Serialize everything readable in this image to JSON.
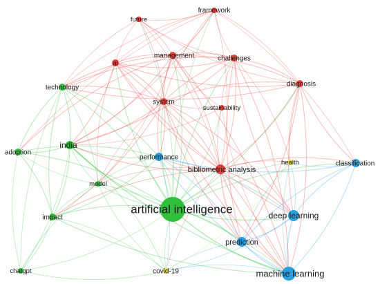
{
  "palette": {
    "red": "#e8413c",
    "green": "#2fbf3a",
    "blue": "#2a9fe0",
    "yellow": "#e6d84a",
    "background": "#ffffff"
  },
  "nodes": [
    {
      "id": "future",
      "label": "future",
      "cluster": "red",
      "weight": 1
    },
    {
      "id": "framework",
      "label": "framework",
      "cluster": "red",
      "weight": 1
    },
    {
      "id": "ai",
      "label": "ai",
      "cluster": "red",
      "weight": 2
    },
    {
      "id": "management",
      "label": "management",
      "cluster": "red",
      "weight": 2
    },
    {
      "id": "challenges",
      "label": "challenges",
      "cluster": "red",
      "weight": 2
    },
    {
      "id": "diagnosis",
      "label": "diagnosis",
      "cluster": "red",
      "weight": 2
    },
    {
      "id": "system",
      "label": "system",
      "cluster": "red",
      "weight": 2
    },
    {
      "id": "sustainability",
      "label": "sustainability",
      "cluster": "red",
      "weight": 1
    },
    {
      "id": "bibliometric-analysis",
      "label": "bibliometric analysis",
      "cluster": "red",
      "weight": 3
    },
    {
      "id": "technology",
      "label": "technology",
      "cluster": "green",
      "weight": 2
    },
    {
      "id": "india",
      "label": "india",
      "cluster": "green",
      "weight": 3
    },
    {
      "id": "adoption",
      "label": "adoption",
      "cluster": "green",
      "weight": 2
    },
    {
      "id": "model",
      "label": "model",
      "cluster": "green",
      "weight": 1
    },
    {
      "id": "impact",
      "label": "impact",
      "cluster": "green",
      "weight": 2
    },
    {
      "id": "chatgpt",
      "label": "chatgpt",
      "cluster": "green",
      "weight": 1
    },
    {
      "id": "artificial-intelligence",
      "label": "artificial intelligence",
      "cluster": "green",
      "weight": 6
    },
    {
      "id": "performance",
      "label": "performance",
      "cluster": "blue",
      "weight": 2
    },
    {
      "id": "classification",
      "label": "classification",
      "cluster": "blue",
      "weight": 2
    },
    {
      "id": "deep-learning",
      "label": "deep learning",
      "cluster": "blue",
      "weight": 3
    },
    {
      "id": "prediction",
      "label": "prediction",
      "cluster": "blue",
      "weight": 3
    },
    {
      "id": "machine-learning",
      "label": "machine learning",
      "cluster": "blue",
      "weight": 4
    },
    {
      "id": "health",
      "label": "health",
      "cluster": "yellow",
      "weight": 1
    },
    {
      "id": "covid-19",
      "label": "covid-19",
      "cluster": "yellow",
      "weight": 1
    }
  ],
  "links": [
    [
      "artificial-intelligence",
      "framework"
    ],
    [
      "artificial-intelligence",
      "future"
    ],
    [
      "artificial-intelligence",
      "ai"
    ],
    [
      "artificial-intelligence",
      "management"
    ],
    [
      "artificial-intelligence",
      "challenges"
    ],
    [
      "artificial-intelligence",
      "diagnosis"
    ],
    [
      "artificial-intelligence",
      "system"
    ],
    [
      "artificial-intelligence",
      "sustainability"
    ],
    [
      "artificial-intelligence",
      "bibliometric-analysis"
    ],
    [
      "artificial-intelligence",
      "technology"
    ],
    [
      "artificial-intelligence",
      "india"
    ],
    [
      "artificial-intelligence",
      "adoption"
    ],
    [
      "artificial-intelligence",
      "model"
    ],
    [
      "artificial-intelligence",
      "impact"
    ],
    [
      "artificial-intelligence",
      "chatgpt"
    ],
    [
      "artificial-intelligence",
      "performance"
    ],
    [
      "artificial-intelligence",
      "classification"
    ],
    [
      "artificial-intelligence",
      "deep-learning"
    ],
    [
      "artificial-intelligence",
      "prediction"
    ],
    [
      "artificial-intelligence",
      "machine-learning"
    ],
    [
      "artificial-intelligence",
      "health"
    ],
    [
      "artificial-intelligence",
      "covid-19"
    ],
    [
      "framework",
      "future"
    ],
    [
      "framework",
      "ai"
    ],
    [
      "framework",
      "management"
    ],
    [
      "framework",
      "challenges"
    ],
    [
      "framework",
      "diagnosis"
    ],
    [
      "framework",
      "system"
    ],
    [
      "framework",
      "bibliometric-analysis"
    ],
    [
      "framework",
      "technology"
    ],
    [
      "framework",
      "india"
    ],
    [
      "framework",
      "adoption"
    ],
    [
      "framework",
      "classification"
    ],
    [
      "future",
      "ai"
    ],
    [
      "future",
      "management"
    ],
    [
      "future",
      "challenges"
    ],
    [
      "future",
      "system"
    ],
    [
      "future",
      "technology"
    ],
    [
      "future",
      "bibliometric-analysis"
    ],
    [
      "future",
      "diagnosis"
    ],
    [
      "ai",
      "management"
    ],
    [
      "ai",
      "challenges"
    ],
    [
      "ai",
      "system"
    ],
    [
      "ai",
      "diagnosis"
    ],
    [
      "ai",
      "technology"
    ],
    [
      "ai",
      "bibliometric-analysis"
    ],
    [
      "ai",
      "india"
    ],
    [
      "ai",
      "model"
    ],
    [
      "ai",
      "machine-learning"
    ],
    [
      "ai",
      "deep-learning"
    ],
    [
      "management",
      "challenges"
    ],
    [
      "management",
      "system"
    ],
    [
      "management",
      "diagnosis"
    ],
    [
      "management",
      "sustainability"
    ],
    [
      "management",
      "bibliometric-analysis"
    ],
    [
      "management",
      "technology"
    ],
    [
      "management",
      "india"
    ],
    [
      "management",
      "adoption"
    ],
    [
      "management",
      "model"
    ],
    [
      "management",
      "performance"
    ],
    [
      "management",
      "machine-learning"
    ],
    [
      "challenges",
      "system"
    ],
    [
      "challenges",
      "diagnosis"
    ],
    [
      "challenges",
      "sustainability"
    ],
    [
      "challenges",
      "bibliometric-analysis"
    ],
    [
      "challenges",
      "technology"
    ],
    [
      "challenges",
      "india"
    ],
    [
      "challenges",
      "deep-learning"
    ],
    [
      "challenges",
      "machine-learning"
    ],
    [
      "challenges",
      "prediction"
    ],
    [
      "challenges",
      "health"
    ],
    [
      "diagnosis",
      "system"
    ],
    [
      "diagnosis",
      "bibliometric-analysis"
    ],
    [
      "diagnosis",
      "deep-learning"
    ],
    [
      "diagnosis",
      "machine-learning"
    ],
    [
      "diagnosis",
      "classification"
    ],
    [
      "diagnosis",
      "prediction"
    ],
    [
      "diagnosis",
      "health"
    ],
    [
      "diagnosis",
      "technology"
    ],
    [
      "system",
      "sustainability"
    ],
    [
      "system",
      "bibliometric-analysis"
    ],
    [
      "system",
      "technology"
    ],
    [
      "system",
      "india"
    ],
    [
      "system",
      "model"
    ],
    [
      "system",
      "performance"
    ],
    [
      "system",
      "machine-learning"
    ],
    [
      "system",
      "deep-learning"
    ],
    [
      "system",
      "prediction"
    ],
    [
      "system",
      "impact"
    ],
    [
      "sustainability",
      "bibliometric-analysis"
    ],
    [
      "sustainability",
      "india"
    ],
    [
      "sustainability",
      "machine-learning"
    ],
    [
      "bibliometric-analysis",
      "india"
    ],
    [
      "bibliometric-analysis",
      "model"
    ],
    [
      "bibliometric-analysis",
      "performance"
    ],
    [
      "bibliometric-analysis",
      "machine-learning"
    ],
    [
      "bibliometric-analysis",
      "deep-learning"
    ],
    [
      "bibliometric-analysis",
      "prediction"
    ],
    [
      "bibliometric-analysis",
      "health"
    ],
    [
      "bibliometric-analysis",
      "covid-19"
    ],
    [
      "bibliometric-analysis",
      "classification"
    ],
    [
      "bibliometric-analysis",
      "impact"
    ],
    [
      "technology",
      "india"
    ],
    [
      "technology",
      "adoption"
    ],
    [
      "technology",
      "model"
    ],
    [
      "technology",
      "impact"
    ],
    [
      "technology",
      "performance"
    ],
    [
      "technology",
      "chatgpt"
    ],
    [
      "india",
      "adoption"
    ],
    [
      "india",
      "model"
    ],
    [
      "india",
      "impact"
    ],
    [
      "india",
      "performance"
    ],
    [
      "india",
      "chatgpt"
    ],
    [
      "india",
      "machine-learning"
    ],
    [
      "india",
      "covid-19"
    ],
    [
      "adoption",
      "model"
    ],
    [
      "adoption",
      "impact"
    ],
    [
      "adoption",
      "chatgpt"
    ],
    [
      "adoption",
      "performance"
    ],
    [
      "model",
      "impact"
    ],
    [
      "model",
      "performance"
    ],
    [
      "model",
      "chatgpt"
    ],
    [
      "model",
      "machine-learning"
    ],
    [
      "model",
      "covid-19"
    ],
    [
      "impact",
      "chatgpt"
    ],
    [
      "impact",
      "performance"
    ],
    [
      "impact",
      "covid-19"
    ],
    [
      "impact",
      "machine-learning"
    ],
    [
      "performance",
      "deep-learning"
    ],
    [
      "performance",
      "machine-learning"
    ],
    [
      "performance",
      "prediction"
    ],
    [
      "performance",
      "classification"
    ],
    [
      "performance",
      "covid-19"
    ],
    [
      "classification",
      "deep-learning"
    ],
    [
      "classification",
      "machine-learning"
    ],
    [
      "classification",
      "prediction"
    ],
    [
      "classification",
      "health"
    ],
    [
      "deep-learning",
      "machine-learning"
    ],
    [
      "deep-learning",
      "prediction"
    ],
    [
      "deep-learning",
      "health"
    ],
    [
      "deep-learning",
      "covid-19"
    ],
    [
      "prediction",
      "machine-learning"
    ],
    [
      "prediction",
      "health"
    ],
    [
      "prediction",
      "covid-19"
    ],
    [
      "machine-learning",
      "health"
    ],
    [
      "machine-learning",
      "covid-19"
    ],
    [
      "health",
      "covid-19"
    ],
    [
      "chatgpt",
      "covid-19"
    ]
  ]
}
